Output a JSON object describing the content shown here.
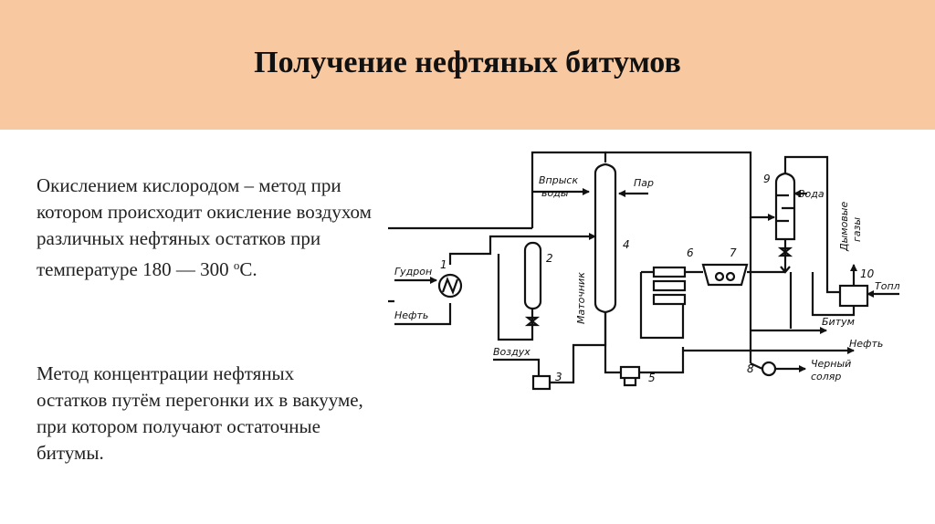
{
  "title": "Получение нефтяных битумов",
  "paragraph1": {
    "text": "Окислением кислородом – метод при котором происходит окисление воздухом различных нефтяных остатков при температуре 180 —  300 ",
    "degree": "о",
    "unit": "С."
  },
  "paragraph2": "Метод концентрации нефтяных остатков путём перегонки их в вакууме, при котором получают остаточные битумы.",
  "diagram": {
    "labels": {
      "gudron": "Гудрон",
      "neft_in": "Нефть",
      "vozduh": "Воздух",
      "vprysk1": "Впрыск",
      "vprysk2": "воды",
      "par": "Пар",
      "matochnik": "Маточник",
      "voda": "Вода",
      "dymovye1": "Дымовые",
      "dymovye2": "газы",
      "toplivo": "Топливо",
      "bitum": "Битум",
      "neft_out": "Нефть",
      "cherny1": "Черный",
      "cherny2": "соляр"
    },
    "numbers": [
      "1",
      "2",
      "3",
      "4",
      "5",
      "6",
      "7",
      "8",
      "9",
      "10"
    ]
  },
  "colors": {
    "header_band": "#f8c9a1",
    "text": "#222222",
    "diagram_line": "#111111"
  }
}
